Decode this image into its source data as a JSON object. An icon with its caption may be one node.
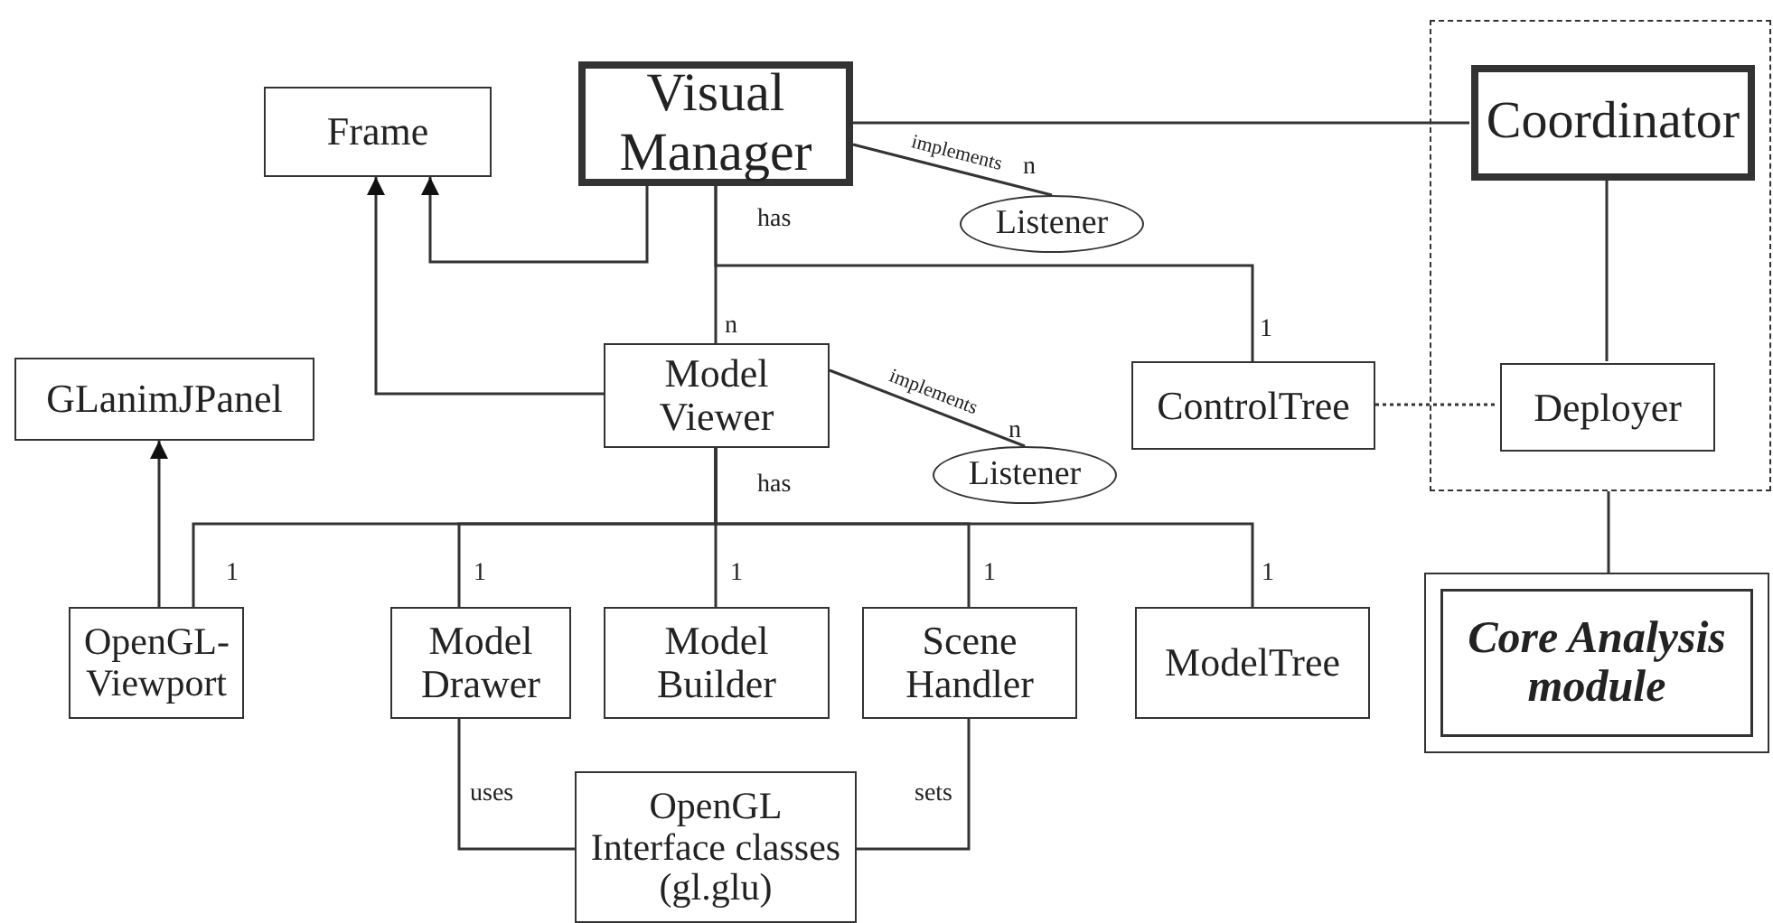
{
  "diagram": {
    "nodes": [
      {
        "text": [
          "Frame"
        ]
      },
      {
        "text": [
          "Visual Manager"
        ]
      },
      {
        "text": [],
        "shape": "box"
      },
      {
        "text": [
          "Coordinator"
        ],
        "in": 2
      },
      {
        "text": [
          "Listener"
        ]
      },
      {
        "text": [
          "GLanimJPanel"
        ]
      },
      {
        "text": [
          "Model Viewer"
        ]
      },
      {
        "text": [
          "ControlTree"
        ]
      },
      {
        "text": [
          "Deployer"
        ],
        "in": 2
      },
      {
        "text": [
          "Listener"
        ]
      },
      {
        "text": [
          "OpenGL-Viewport"
        ]
      },
      {
        "text": [
          "Model Drawer"
        ]
      },
      {
        "text": [
          "Model Builder"
        ]
      },
      {
        "text": [
          "Scene Handler"
        ]
      },
      {
        "text": [
          "ModelTree"
        ]
      },
      {
        "text": [
          "Core Analysis module"
        ]
      },
      {
        "text": [
          "OpenGL Interface classes (gl.glu)"
        ]
      }
    ],
    "edges": [
      {
        "from": 1,
        "to": 0,
        "arrow": "to"
      },
      {
        "from": 6,
        "to": 0,
        "arrow": "to"
      },
      {
        "from": 1,
        "to": 3,
        "arrow": "none"
      },
      {
        "from": 1,
        "to": 4,
        "arrow": "none",
        "label": "implements"
      },
      {
        "from": 1,
        "to": 6,
        "arrow": "none",
        "label": "has"
      },
      {
        "from": 1,
        "to": 7,
        "arrow": "none"
      },
      {
        "from": 6,
        "to": 9,
        "arrow": "none",
        "label": "implements"
      },
      {
        "from": 7,
        "to": 8,
        "arrow": "none",
        "style": "dashed"
      },
      {
        "from": 3,
        "to": 8,
        "arrow": "none"
      },
      {
        "from": 2,
        "to": 15,
        "arrow": "none"
      },
      {
        "from": 10,
        "to": 5,
        "arrow": "to"
      },
      {
        "from": 6,
        "to": 10,
        "arrow": "none"
      },
      {
        "from": 6,
        "to": 11,
        "arrow": "none"
      },
      {
        "from": 6,
        "to": 12,
        "arrow": "none",
        "label": "has"
      },
      {
        "from": 6,
        "to": 13,
        "arrow": "none"
      },
      {
        "from": 6,
        "to": 14,
        "arrow": "none"
      },
      {
        "from": 11,
        "to": 16,
        "arrow": "none",
        "label": "uses"
      },
      {
        "from": 13,
        "to": 16,
        "arrow": "none",
        "label": "sets"
      }
    ],
    "labels": [
      "n",
      "n",
      "1",
      "n",
      "1",
      "1",
      "1",
      "1",
      "1"
    ]
  }
}
